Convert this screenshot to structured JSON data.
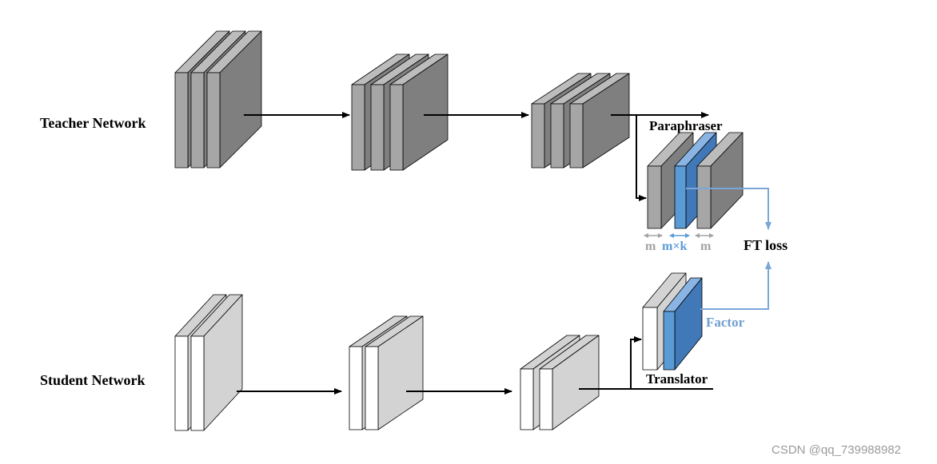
{
  "labels": {
    "teacher": "Teacher Network",
    "student": "Student Network",
    "paraphraser": "Paraphraser",
    "translator": "Translator",
    "ft_loss": "FT loss",
    "factor": "Factor",
    "dim_m_left": "m",
    "dim_mk": "m×k",
    "dim_m_right": "m"
  },
  "watermark": "CSDN @qq_739988982",
  "colors": {
    "teacher_front": "#a6a6a6",
    "teacher_side": "#7f7f7f",
    "teacher_top": "#bcbcbc",
    "student_front": "#ffffff",
    "student_side": "#d3d3d3",
    "factor_front": "#5b9bd5",
    "factor_side": "#4178b8",
    "factor_top": "#8ab4e3",
    "factor_text": "#6e9fd0",
    "dim_gray": "#a3a3a3",
    "arrow": "#000000",
    "loss_arrow": "#7aa6d8"
  }
}
